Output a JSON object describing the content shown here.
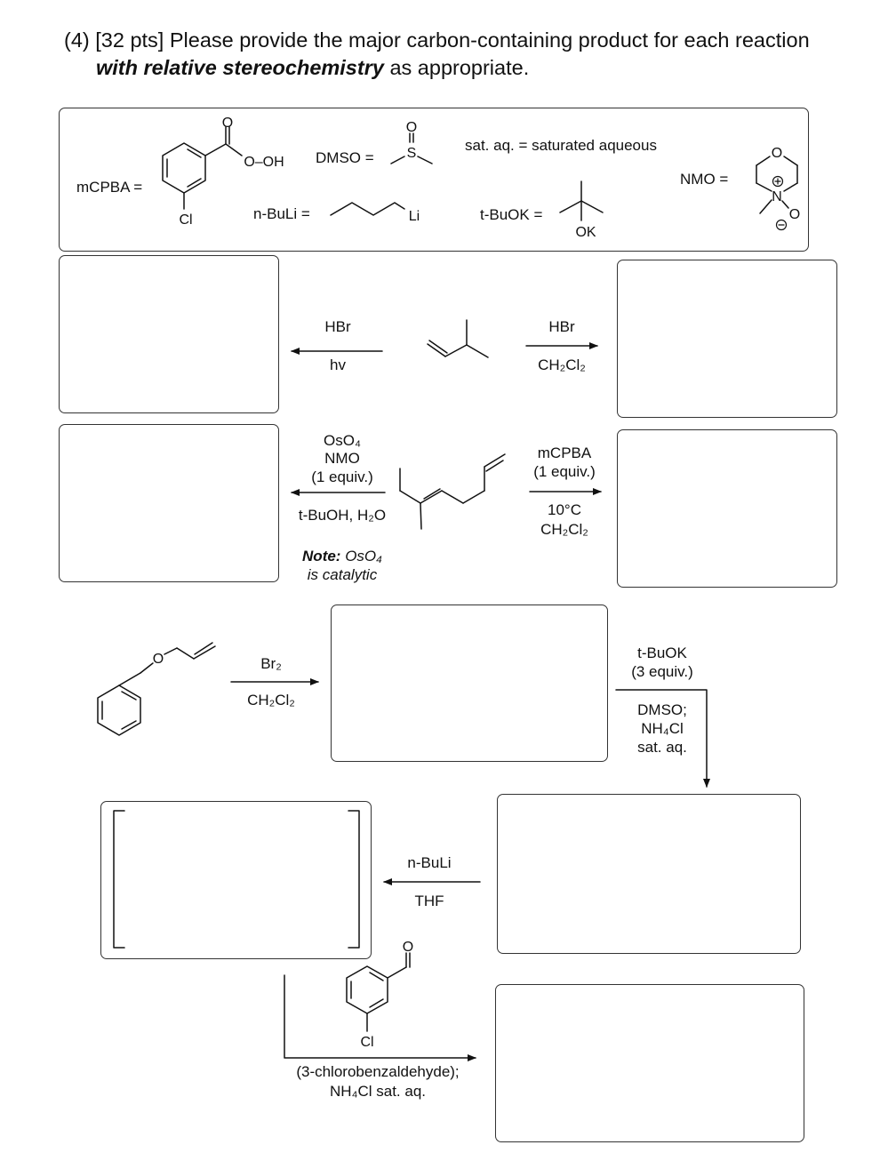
{
  "header": {
    "line1": "(4) [32 pts] Please provide the major carbon-containing product for each reaction",
    "emph": "with relative stereochemistry",
    "line2_rest": " as appropriate."
  },
  "legend": {
    "mcpba_label": "mCPBA =",
    "mcpba_peroxy": "O–OH",
    "mcpba_carbonyl_o": "O",
    "mcpba_cl": "Cl",
    "dmso_label": "DMSO =",
    "dmso_o": "O",
    "dmso_s": "S",
    "nbuli_label": "n-BuLi =",
    "nbuli_li": "Li",
    "sataq_def": "sat. aq. = saturated aqueous",
    "tbuok_label": "t-BuOK =",
    "tbuok_ok": "OK",
    "nmo_label": "NMO =",
    "nmo_ring_o": "O",
    "nmo_n": "N",
    "nmo_o": "O",
    "nmo_plus": "+",
    "nmo_minus": "−"
  },
  "reactions": {
    "r1_left_top": "HBr",
    "r1_left_bottom": "hv",
    "r1_right_top": "HBr",
    "r1_right_bottom": "CH₂Cl₂",
    "r2_left_1": "OsO₄",
    "r2_left_2": "NMO",
    "r2_left_3": "(1 equiv.)",
    "r2_left_bottom": "t-BuOH, H₂O",
    "r2_note_bold": "Note:",
    "r2_note_1": " OsO₄",
    "r2_note_2": "is catalytic",
    "r2_right_1": "mCPBA",
    "r2_right_2": "(1 equiv.)",
    "r2_right_3": "10°C",
    "r2_right_4": "CH₂Cl₂",
    "r3_o": "O",
    "r3_top": "Br₂",
    "r3_bottom": "CH₂Cl₂",
    "r4_1": "t-BuOK",
    "r4_2": "(3 equiv.)",
    "r4_3": "DMSO;",
    "r4_4": "NH₄Cl",
    "r4_5": "sat. aq.",
    "r5_top": "n-BuLi",
    "r5_bottom": "THF",
    "r6_o": "O",
    "r6_cl": "Cl",
    "r6_1": "(3-chlorobenzaldehyde);",
    "r6_2": "NH₄Cl sat. aq."
  }
}
